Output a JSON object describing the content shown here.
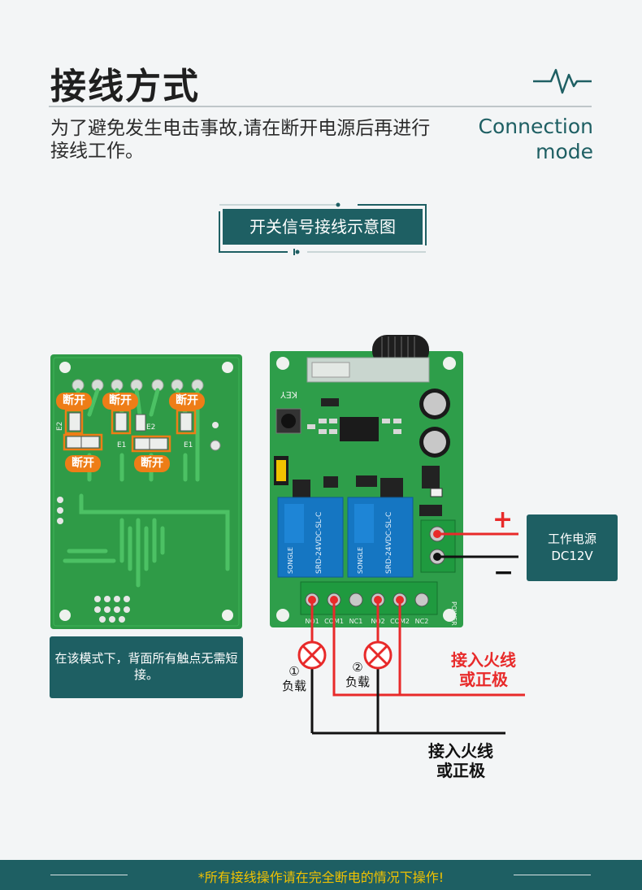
{
  "header": {
    "title": "接线方式",
    "description": "为了避免发生电击事故,请在断开电源后再进行接线工作。",
    "english_title_line1": "Connection",
    "english_title_line2": "mode"
  },
  "section_badge": "开关信号接线示意图",
  "back_board": {
    "tags": [
      "断开",
      "断开",
      "断开",
      "断开",
      "断开"
    ],
    "pad_labels": [
      "E2",
      "E1",
      "E2",
      "E1"
    ],
    "note": "在该模式下，背面所有触点无需短接。"
  },
  "front_board": {
    "key_label": "KEY",
    "relay_text_1": "SRD-24VDC-SL-C",
    "relay_text_2": "SRD-24VDC-SL-C",
    "relay_brand": "SONGLE",
    "terminal_labels": [
      "NO1",
      "COM1",
      "NC1",
      "NO2",
      "COM2",
      "NC2"
    ],
    "power_label": "POWER"
  },
  "power": {
    "plus": "+",
    "minus": "−",
    "label_line1": "工作电源",
    "label_line2": "DC12V"
  },
  "loads": [
    {
      "number": "①",
      "label": "负载"
    },
    {
      "number": "②",
      "label": "负载"
    }
  ],
  "live_wire_red": {
    "line1": "接入火线",
    "line2": "或正极"
  },
  "live_wire_black": {
    "line1": "接入火线",
    "line2": "或正极"
  },
  "footer": "*所有接线操作请在完全断电的情况下操作!",
  "colors": {
    "teal": "#1e5f63",
    "pcb_green": "#2e9e4a",
    "wire_red": "#e82a2a",
    "tag_orange": "#ee7d17",
    "footer_text": "#f2c200"
  }
}
